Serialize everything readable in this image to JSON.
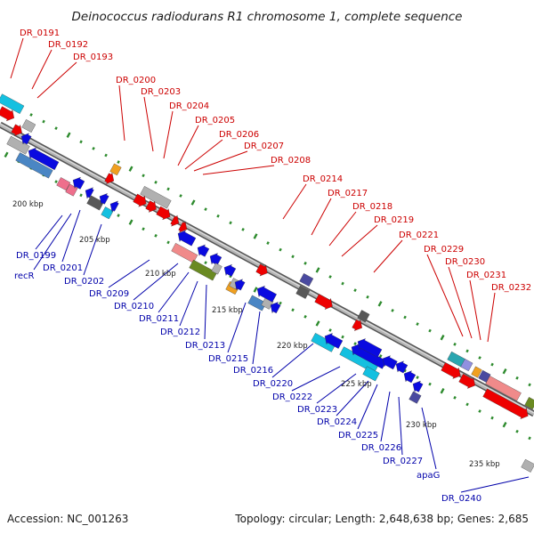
{
  "title": "Deinococcus radiodurans R1 chromosome 1, complete sequence",
  "accession": "Accession: NC_001263",
  "summary": "Topology: circular; Length: 2,648,638 bp; Genes: 2,685",
  "colors": {
    "forward_label": "#cc0000",
    "reverse_label": "#0000aa",
    "backbone": "#888888",
    "tick": "#2e8b2e"
  },
  "scale_labels": [
    "200 kbp",
    "205 kbp",
    "210 kbp",
    "215 kbp",
    "220 kbp",
    "225 kbp",
    "230 kbp",
    "235 kbp"
  ],
  "forward_genes": [
    "DR_0191",
    "DR_0192",
    "DR_0193",
    "DR_0200",
    "DR_0203",
    "DR_0204",
    "DR_0205",
    "DR_0206",
    "DR_0207",
    "DR_0208",
    "DR_0214",
    "DR_0217",
    "DR_0218",
    "DR_0219",
    "DR_0221",
    "DR_0229",
    "DR_0230",
    "DR_0231",
    "DR_0232"
  ],
  "reverse_genes": [
    "DR_0199",
    "recR",
    "DR_0201",
    "DR_0202",
    "DR_0209",
    "DR_0210",
    "DR_0211",
    "DR_0212",
    "DR_0213",
    "DR_0215",
    "DR_0216",
    "DR_0220",
    "DR_0222",
    "DR_0223",
    "DR_0224",
    "DR_0225",
    "DR_0226",
    "DR_0227",
    "apaG",
    "DR_0240"
  ]
}
